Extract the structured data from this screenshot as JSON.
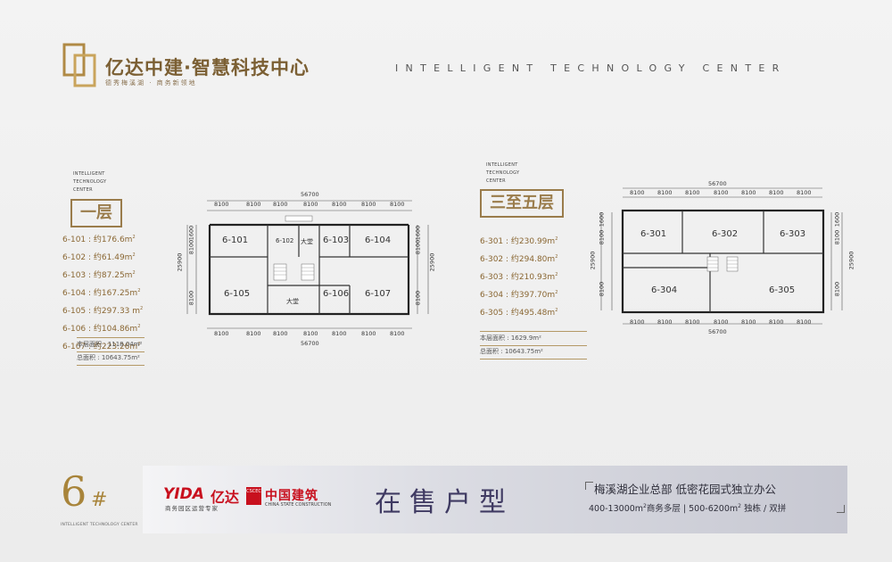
{
  "header": {
    "title": "亿达中建·智慧科技中心",
    "subtitle": "德秀梅溪湖 · 商务新领地",
    "english": "INTELLIGENT TECHNOLOGY CENTER"
  },
  "floor1": {
    "english_lines": [
      "INTELLIGENT",
      "TECHNOLOGY",
      "CENTER"
    ],
    "label": "一层",
    "units": [
      {
        "name": "6-101",
        "area": "约176.6m",
        "sup": "2"
      },
      {
        "name": "6-102",
        "area": "约61.49m",
        "sup": "2"
      },
      {
        "name": "6-103",
        "area": "约87.25m",
        "sup": "2"
      },
      {
        "name": "6-104",
        "area": "约167.25m",
        "sup": "2"
      },
      {
        "name": "6-105",
        "area": "约297.33 m",
        "sup": "2"
      },
      {
        "name": "6-106",
        "area": "约104.86m",
        "sup": "2"
      },
      {
        "name": "6-107",
        "area": "约223.26m",
        "sup": "2"
      }
    ],
    "floor_area_label": "本层面积",
    "floor_area": "1118.04m²",
    "total_area_label": "总面积",
    "total_area": "10643.75m²",
    "plan": {
      "total_width": "56700",
      "bay": "8100",
      "depth": "25900",
      "side_dims": [
        "1600",
        "8100",
        "8100"
      ],
      "rooms": [
        "6-101",
        "6-102",
        "大堂",
        "6-103",
        "6-104",
        "6-105",
        "大堂",
        "6-106",
        "6-107"
      ]
    }
  },
  "floor3to5": {
    "english_lines": [
      "INTELLIGENT",
      "TECHNOLOGY",
      "CENTER"
    ],
    "label": "三至五层",
    "units": [
      {
        "name": "6-301",
        "area": "约230.99m",
        "sup": "2"
      },
      {
        "name": "6-302",
        "area": "约294.80m",
        "sup": "2"
      },
      {
        "name": "6-303",
        "area": "约210.93m",
        "sup": "2"
      },
      {
        "name": "6-304",
        "area": "约397.70m",
        "sup": "2"
      },
      {
        "name": "6-305",
        "area": "约495.48m",
        "sup": "2"
      }
    ],
    "floor_area_label": "本层面积",
    "floor_area": "1629.9m²",
    "total_area_label": "总面积",
    "total_area": "10643.75m²",
    "plan": {
      "total_width": "56700",
      "bay": "8100",
      "depth": "25900",
      "side_dims": [
        "1600",
        "8100",
        "8100"
      ],
      "rooms": [
        "6-301",
        "6-302",
        "6-303",
        "6-304",
        "6-305"
      ]
    }
  },
  "building": {
    "number": "6",
    "hash": "#",
    "english": "INTELLIGENT TECHNOLOGY CENTER"
  },
  "banner": {
    "yida_logo": "YIDA",
    "yida_cn": "亿达",
    "yida_sub": "商务园区运营专家",
    "cscec_badge": "CSCEC",
    "cscec_cn": "中国建筑",
    "cscec_en": "CHINA STATE CONSTRUCTION",
    "title": "在售户型",
    "right_line1": "梅溪湖企业总部  低密花园式独立办公",
    "right_line2_a": "400-13000m",
    "right_line2_a_unit": "商务多层",
    "right_line2_b": "500-6200m",
    "right_line2_b_unit": "独栋 / 双拼",
    "sup": "2"
  },
  "colors": {
    "gold": "#a8843a",
    "brand_red": "#c8101e",
    "title_purple": "#3f3a62"
  }
}
